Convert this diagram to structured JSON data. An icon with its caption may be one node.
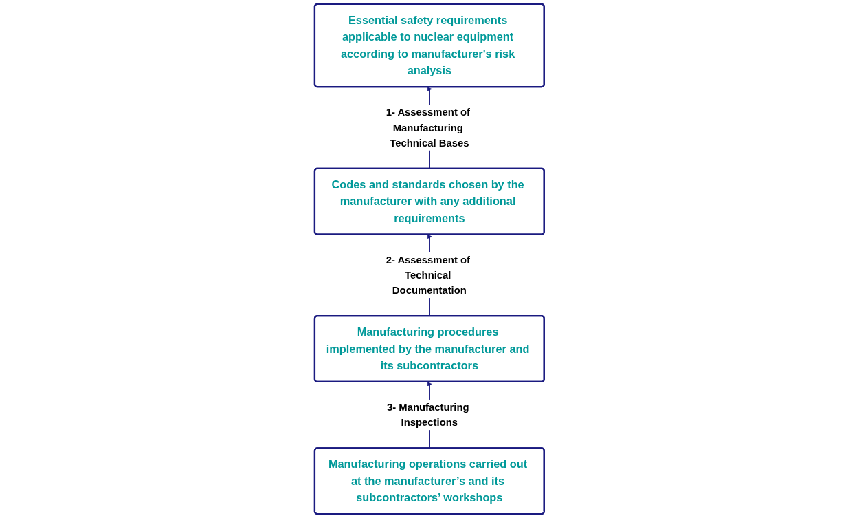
{
  "diagram": {
    "nodes": [
      {
        "text": [
          "Essential safety requirements applicable to nuclear equipment according to manufacturer's risk analysis"
        ]
      },
      {
        "text": [
          "Codes and standards chosen by the manufacturer with any additional requirements"
        ]
      },
      {
        "text": [
          "Manufacturing procedures implemented by the manufacturer and its subcontractors"
        ]
      },
      {
        "text": [
          "Manufacturing operations carried out at the manufacturer’s and its subcontractors’ workshops"
        ]
      }
    ],
    "edges": [
      {
        "from": 1,
        "to": 0,
        "arrow": "to",
        "label": "1- Assessment of Manufacturing Technical Bases"
      },
      {
        "from": 2,
        "to": 1,
        "arrow": "to",
        "label": "2- Assessment of Technical Documentation"
      },
      {
        "from": 3,
        "to": 2,
        "arrow": "to",
        "label": "3- Manufacturing Inspections"
      }
    ]
  }
}
